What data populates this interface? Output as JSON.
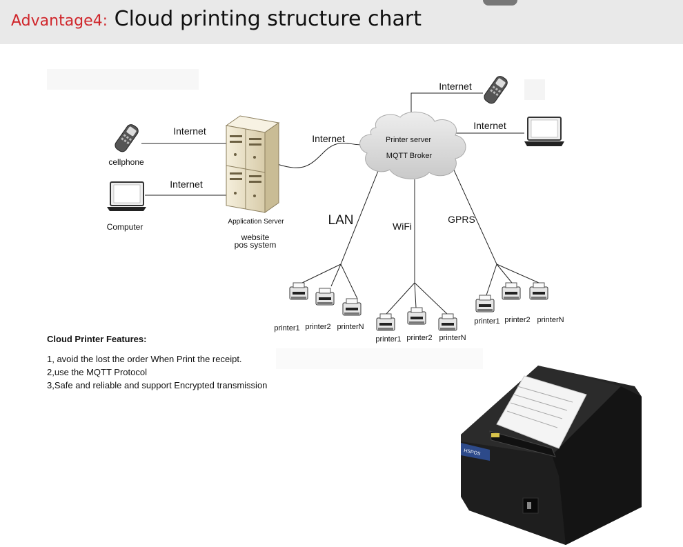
{
  "header": {
    "prefix": "Advantage4:",
    "title": "Cloud printing structure chart"
  },
  "diagram": {
    "cloud_line1": "Printer server",
    "cloud_line2": "MQTT Broker",
    "internet_top": "Internet",
    "internet_right": "Internet",
    "internet_server_cloud": "Internet",
    "internet_cellphone": "Internet",
    "internet_computer": "Internet",
    "cellphone_label": "cellphone",
    "computer_label": "Computer",
    "server_label": "Application Server",
    "server_sub1": "website",
    "server_sub2": "pos system",
    "lan_label": "LAN",
    "wifi_label": "WiFi",
    "gprs_label": "GPRS",
    "lan_printers": [
      "printer1",
      "printer2",
      "printerN"
    ],
    "wifi_printers": [
      "printer1",
      "printer2",
      "printerN"
    ],
    "gprs_printers": [
      "printer1",
      "printer2",
      "printerN"
    ]
  },
  "features": {
    "title": "Cloud Printer Features:",
    "items": [
      "1, avoid the lost the order When Print the receipt.",
      "2,use the MQTT Protocol",
      "3,Safe and reliable and support Encrypted transmission"
    ]
  },
  "product": {
    "brand": "HSPOS"
  },
  "colors": {
    "accent_red": "#d0262b",
    "header_bg": "#e9e9e9",
    "cloud_fill": "#dcdcdc",
    "printer_body": "#1a1a1a"
  }
}
